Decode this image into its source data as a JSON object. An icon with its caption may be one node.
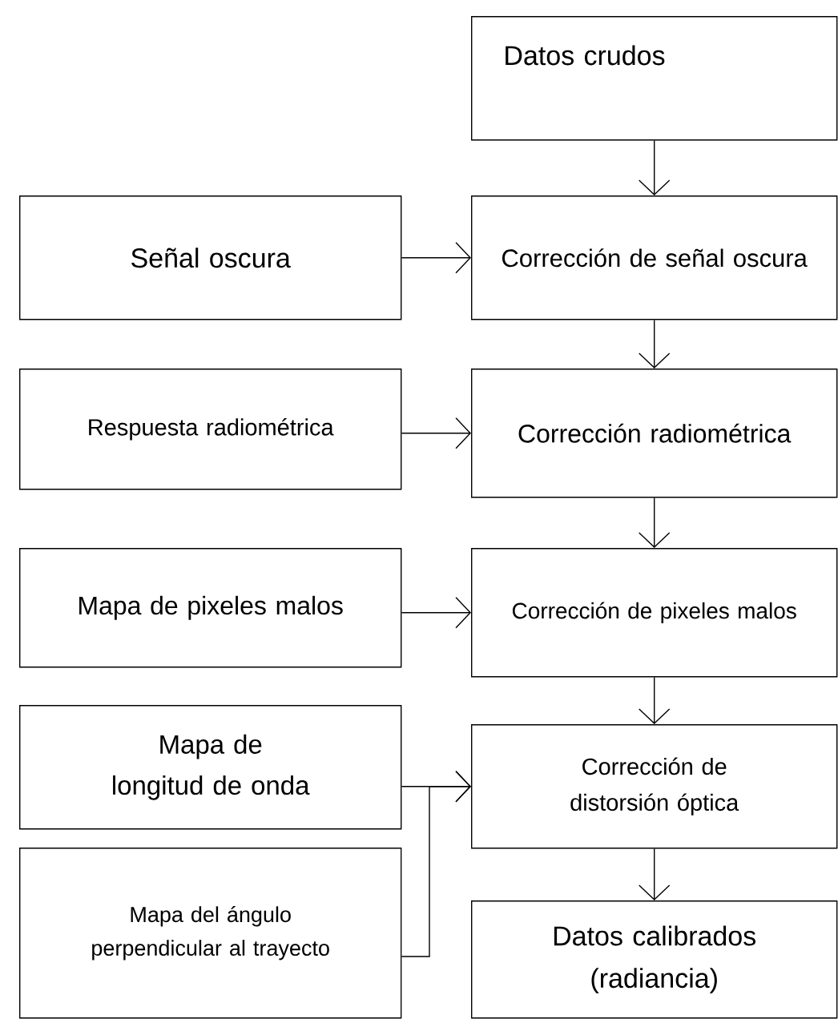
{
  "diagram": {
    "nodes": [
      {
        "text": [
          "Datos crudos"
        ]
      },
      {
        "text": [
          "Señal oscura"
        ]
      },
      {
        "text": [
          "Corrección de señal oscura"
        ]
      },
      {
        "text": [
          "Respuesta radiométrica"
        ]
      },
      {
        "text": [
          "Corrección radiométrica"
        ]
      },
      {
        "text": [
          "Mapa de pixeles malos"
        ]
      },
      {
        "text": [
          "Corrección de pixeles malos"
        ]
      },
      {
        "text": [
          "Mapa de longitud de onda"
        ]
      },
      {
        "text": [
          "Corrección de distorsión óptica"
        ]
      },
      {
        "text": [
          "Mapa del ángulo perpendicular al trayecto"
        ]
      },
      {
        "text": [
          "Datos calibrados (radiancia)"
        ]
      }
    ],
    "edges": [
      {
        "from": 0,
        "to": 2,
        "arrow": "to"
      },
      {
        "from": 1,
        "to": 2,
        "arrow": "to"
      },
      {
        "from": 2,
        "to": 4,
        "arrow": "to"
      },
      {
        "from": 3,
        "to": 4,
        "arrow": "to"
      },
      {
        "from": 4,
        "to": 6,
        "arrow": "to"
      },
      {
        "from": 5,
        "to": 6,
        "arrow": "to"
      },
      {
        "from": 6,
        "to": 8,
        "arrow": "to"
      },
      {
        "from": 7,
        "to": 8,
        "arrow": "to"
      },
      {
        "from": 9,
        "to": 8,
        "arrow": "to"
      },
      {
        "from": 8,
        "to": 10,
        "arrow": "to"
      }
    ]
  }
}
